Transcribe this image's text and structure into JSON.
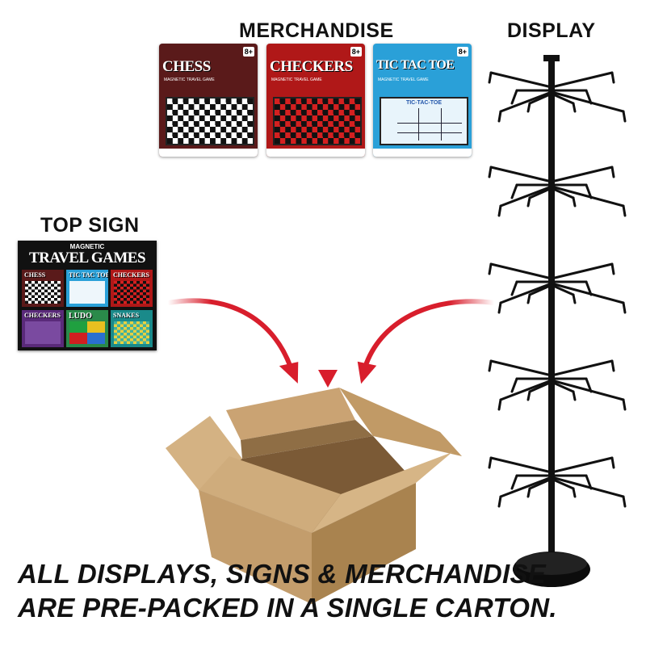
{
  "labels": {
    "merchandise": "MERCHANDISE",
    "display": "DISPLAY",
    "top_sign": "TOP SIGN"
  },
  "caption": {
    "line1": "ALL DISPLAYS, SIGNS & MERCHANDISE",
    "line2": "ARE PRE-PACKED IN A SINGLE CARTON."
  },
  "products": [
    {
      "title": "CHESS",
      "subtitle": "MAGNETIC TRAVEL GAME",
      "age": "8+",
      "color": "#5a1a1a"
    },
    {
      "title": "CHECKERS",
      "subtitle": "MAGNETIC TRAVEL GAME",
      "age": "8+",
      "color": "#b01818"
    },
    {
      "title": "TIC TAC TOE",
      "subtitle": "MAGNETIC TRAVEL GAME",
      "age": "8+",
      "color": "#2aa0d8",
      "board_text": "TIC-TAC-TOE"
    }
  ],
  "top_sign": {
    "brand": "MAGNETIC",
    "title": "TRAVEL GAMES",
    "games": [
      "CHESS",
      "TIC TAC TOE",
      "CHECKERS",
      "CHECKERS",
      "LUDO",
      "SNAKES"
    ]
  },
  "colors": {
    "arrow": "#d81e2c",
    "box": "#c9a57a",
    "box_dark": "#a9834f",
    "rack": "#111111"
  }
}
